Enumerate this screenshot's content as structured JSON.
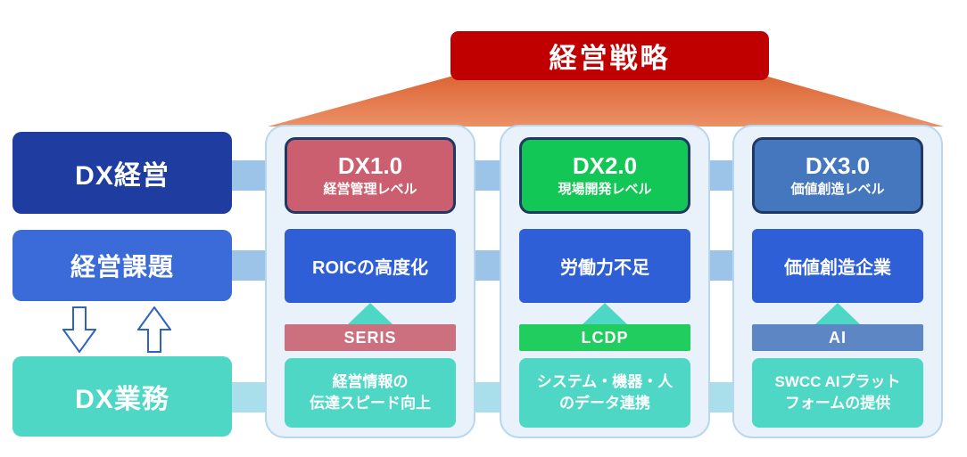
{
  "banner": {
    "label": "経営戦略"
  },
  "left_rail": {
    "top": "DX経営",
    "middle": "経営課題",
    "bottom": "DX業務"
  },
  "columns": [
    {
      "title": "DX1.0",
      "subtitle": "経営管理レベル",
      "issue": "ROICの高度化",
      "tool": "SERIS",
      "outcome_line1": "経営情報の",
      "outcome_line2": "伝達スピード向上"
    },
    {
      "title": "DX2.0",
      "subtitle": "現場開発レベル",
      "issue": "労働力不足",
      "tool": "LCDP",
      "outcome_line1": "システム・機器・人",
      "outcome_line2": "のデータ連携"
    },
    {
      "title": "DX3.0",
      "subtitle": "価値創造レベル",
      "issue": "価値創造企業",
      "tool": "AI",
      "outcome_line1": "SWCC AIプラット",
      "outcome_line2": "フォームの提供"
    }
  ],
  "icons": {
    "flow_down_icon": "block-arrow-down",
    "flow_up_icon": "block-arrow-up",
    "boost_icon": "triangle-up",
    "fan_icon": "trapezoid-connector"
  },
  "colors": {
    "banner_red": "#C00000",
    "fan_orange": "#DD6636",
    "rail_dark_navy": "#1F3DA0",
    "rail_mid_blue": "#3A6BD8",
    "teal": "#4FD7C5",
    "issue_blue": "#2E5FD6",
    "band_blue": "#9CC3E8",
    "band_teal": "#A9DFEA",
    "column_bg": "#E9F2FB",
    "column_border": "#B8D6EE",
    "header_border_navy": "#1F3864",
    "dx1_accent": "#CC5F6F",
    "dx1_band": "#CC7080",
    "dx2_accent": "#12C755",
    "dx2_band": "#20CD5E",
    "dx3_accent": "#4577BE",
    "dx3_band": "#5C86C4"
  }
}
